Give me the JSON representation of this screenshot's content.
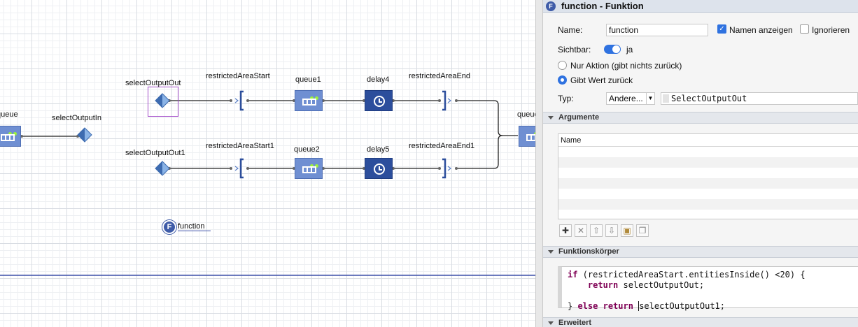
{
  "canvas": {
    "labels": {
      "queue_left": "queue",
      "selectOutputIn": "selectOutputIn",
      "selectOutputOut": "selectOutputOut",
      "selectOutputOut1": "selectOutputOut1",
      "restrictedAreaStart": "restrictedAreaStart",
      "restrictedAreaStart1": "restrictedAreaStart1",
      "queue1": "queue1",
      "queue2": "queue2",
      "delay4": "delay4",
      "delay5": "delay5",
      "restrictedAreaEnd": "restrictedAreaEnd",
      "restrictedAreaEnd1": "restrictedAreaEnd1",
      "queue_right": "queue",
      "function": "function"
    },
    "function_icon_letter": "F"
  },
  "panel": {
    "title": "function - Funktion",
    "title_icon_letter": "F",
    "name_label": "Name:",
    "name_value": "function",
    "show_name_label": "Namen anzeigen",
    "show_name_checked": true,
    "ignore_label": "Ignorieren",
    "ignore_checked": false,
    "visible_label": "Sichtbar:",
    "visible_value": "ja",
    "radio_action": "Nur Aktion (gibt nichts zurück)",
    "radio_return": "Gibt Wert zurück",
    "radio_selected": "Gibt Wert zurück",
    "type_label": "Typ:",
    "type_select": "Andere...",
    "type_value": "SelectOutputOut",
    "sections": {
      "arguments": "Argumente",
      "body": "Funktionskörper",
      "advanced": "Erweitert"
    },
    "table": {
      "header": "Name",
      "rows": []
    },
    "code": {
      "line1_kw": "if",
      "line1_rest": " (restrictedAreaStart.entitiesInside() <20) {",
      "line2_kw": "return",
      "line2_rest": " selectOutputOut;",
      "line3_pre": "} ",
      "line3_kw1": "else",
      "line3_kw2": "return",
      "line3_rest": "selectOutputOut1;"
    }
  }
}
